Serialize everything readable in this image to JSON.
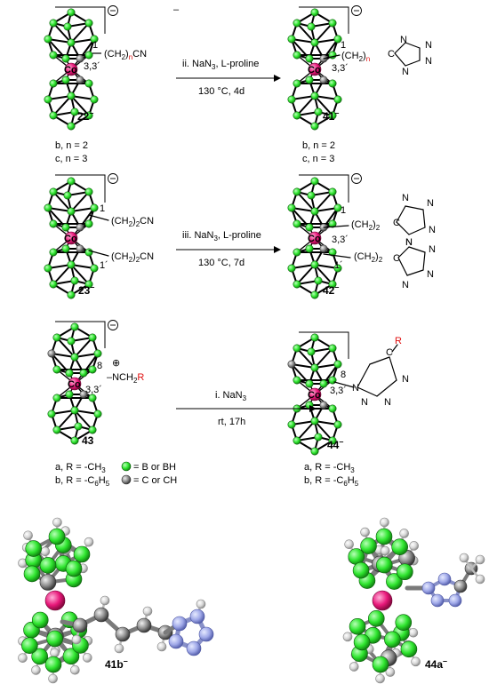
{
  "scheme": {
    "charge_minus": "–",
    "row1": {
      "left_label": "22–",
      "left_substituent": "(CH2)nCN",
      "pos1": "1",
      "pos33": "3,3´",
      "co": "Co",
      "reagent": "ii. NaN3, L-proline",
      "conditions": "130 °C, 4d",
      "right_label": "41–",
      "right_chain": "(CH2)n",
      "tetrazole_c": "C",
      "left_variants": [
        "b, n = 2",
        "c, n = 3"
      ],
      "right_variants": [
        "b, n = 2",
        "c, n = 3"
      ]
    },
    "row2": {
      "left_label": "23–",
      "sub1": "(CH2)2CN",
      "sub2": "(CH2)2CN",
      "pos1": "1",
      "pos1p": "1´",
      "pos33": "3,3´",
      "co": "Co",
      "reagent": "iii. NaN3, L-proline",
      "conditions": "130 °C, 7d",
      "right_label": "42–",
      "right_chain1": "(CH2)2",
      "right_chain2": "(CH2)2"
    },
    "row3": {
      "left_label": "43",
      "plus": "⊕",
      "substituent": "NCH2R",
      "pos8": "8",
      "pos33": "3,3´",
      "co": "Co",
      "reagent": "i. NaN3",
      "conditions": "rt, 17h",
      "right_label": "44–",
      "r_label": "R",
      "left_variants": [
        "a, R = -CH3",
        "b, R = -C6H5"
      ],
      "right_variants": [
        "a, R = -CH3",
        "b, R = -C6H5"
      ],
      "legend_b": "= B or BH",
      "legend_c": "= C or CH"
    },
    "models": {
      "left_label": "41b–",
      "right_label": "44a–"
    }
  },
  "colors": {
    "boron": "#2ee52e",
    "carbon": "#888888",
    "cobalt": "#e8187a",
    "nitrogen": "#9fa8e8",
    "hydrogen": "#dcdcdc",
    "red_label": "#e01010"
  }
}
